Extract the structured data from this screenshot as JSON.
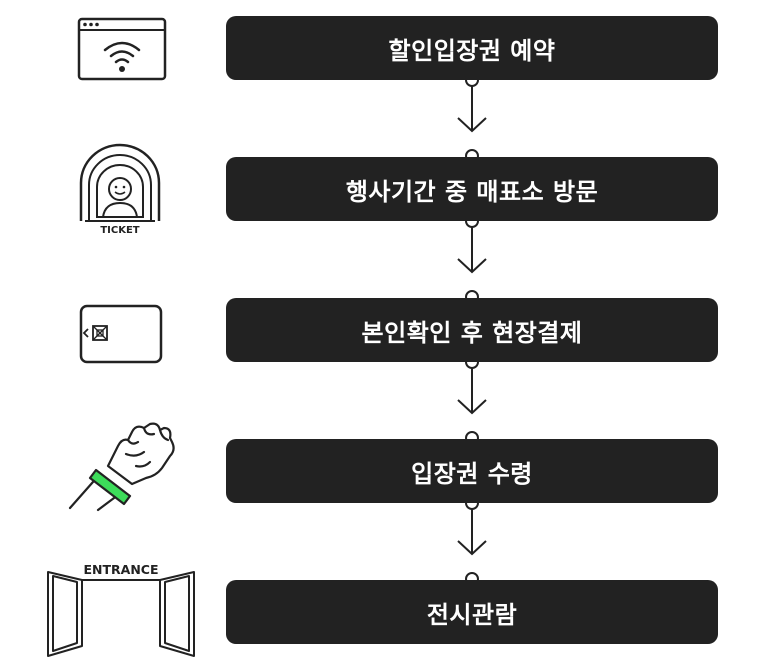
{
  "steps": [
    {
      "label": "할인입장권 예약",
      "icon": "browser-wifi-icon"
    },
    {
      "label": "행사기간 중 매표소 방문",
      "icon": "ticket-booth-icon"
    },
    {
      "label": "본인확인 후 현장결제",
      "icon": "card-icon"
    },
    {
      "label": "입장권 수령",
      "icon": "wristband-icon"
    },
    {
      "label": "전시관람",
      "icon": "entrance-gate-icon"
    }
  ],
  "icons": {
    "ticket_label": "TICKET",
    "entrance_label": "ENTRANCE"
  },
  "colors": {
    "box": "#222222",
    "box_text": "#ffffff",
    "line": "#222222",
    "wristband": "#3ddc5a"
  }
}
